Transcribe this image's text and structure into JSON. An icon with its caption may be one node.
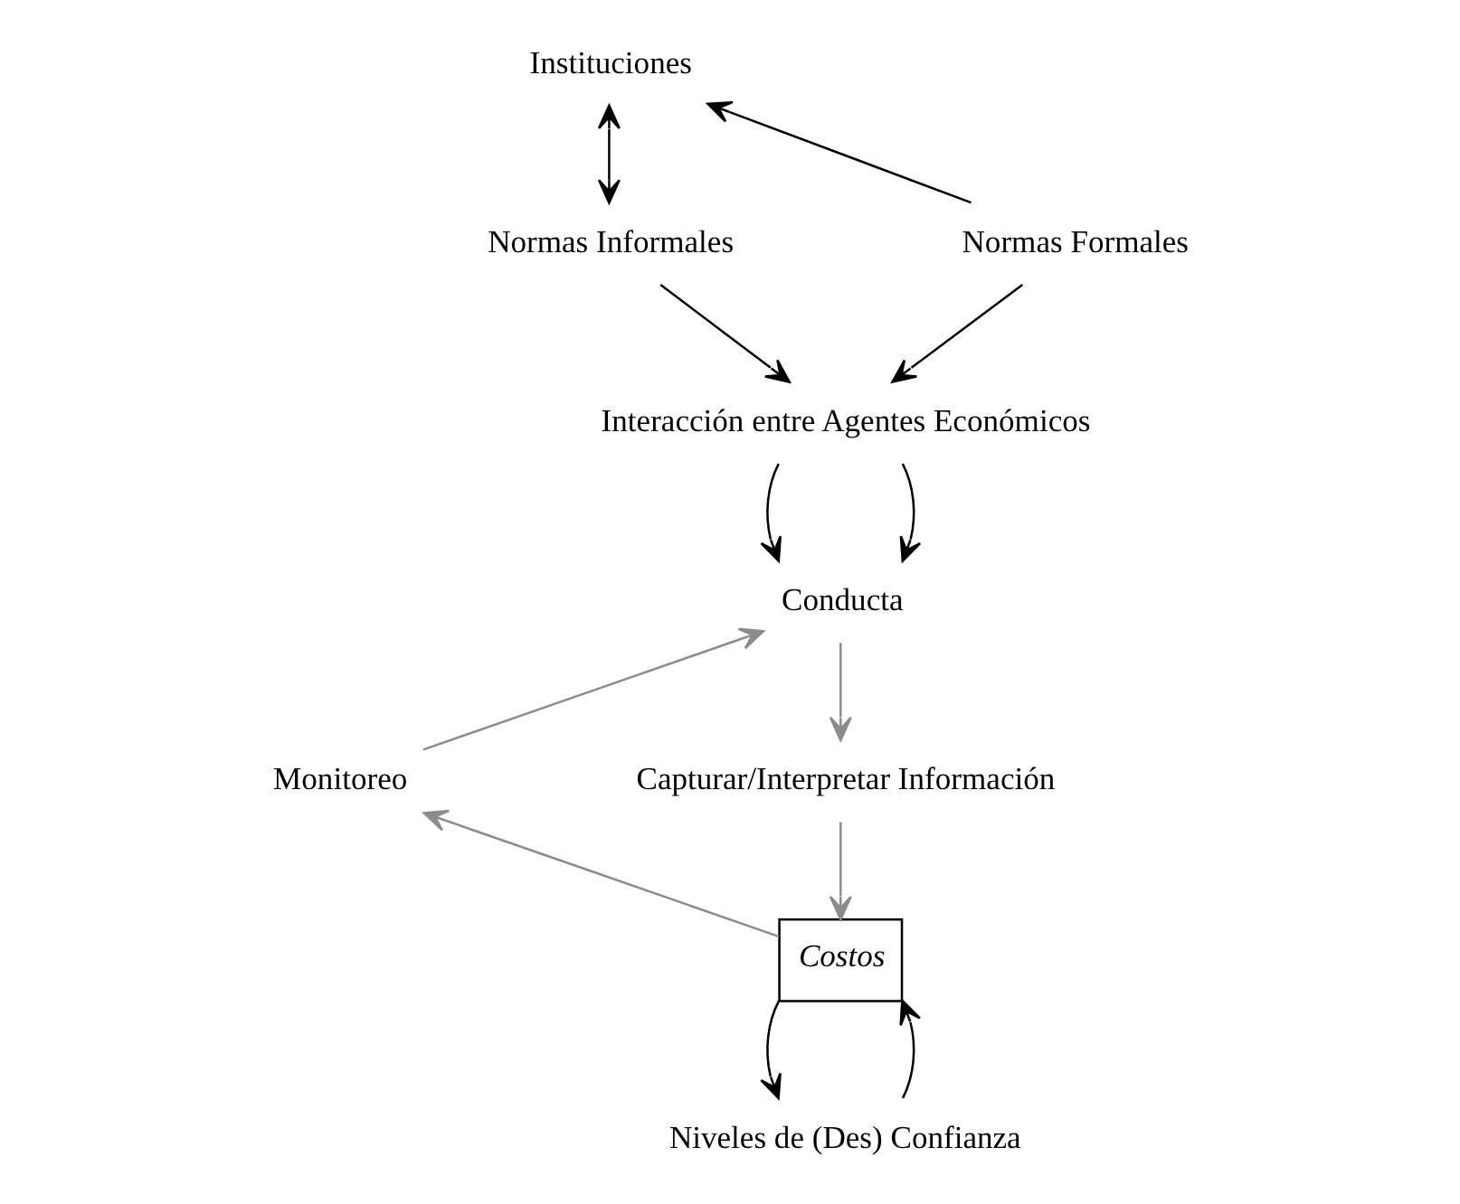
{
  "diagram": {
    "nodes": [
      {
        "text": [
          "Instituciones"
        ]
      },
      {
        "text": [
          "Normas Informales"
        ]
      },
      {
        "text": [
          "Normas Formales"
        ]
      },
      {
        "text": [
          "Interacción entre Agentes Económicos"
        ]
      },
      {
        "text": [
          "Conducta"
        ]
      },
      {
        "text": [
          "Capturar/Interpretar Información"
        ]
      },
      {
        "text": [
          "Costos"
        ]
      },
      {
        "text": [
          "Monitoreo"
        ]
      },
      {
        "text": [
          "Niveles de (Des) Confianza"
        ]
      }
    ],
    "edges": [
      {
        "from": 0,
        "to": 1,
        "arrow": "both"
      },
      {
        "from": 2,
        "to": 0,
        "arrow": "to"
      },
      {
        "from": 1,
        "to": 3,
        "arrow": "to"
      },
      {
        "from": 2,
        "to": 3,
        "arrow": "to"
      },
      {
        "from": 3,
        "to": 4,
        "arrow": "to"
      },
      {
        "from": 3,
        "to": 4,
        "arrow": "to"
      },
      {
        "from": 4,
        "to": 5,
        "arrow": "to",
        "color": "#8c8c8c"
      },
      {
        "from": 5,
        "to": 6,
        "arrow": "to",
        "color": "#8c8c8c"
      },
      {
        "from": 6,
        "to": 7,
        "arrow": "to",
        "color": "#8c8c8c"
      },
      {
        "from": 7,
        "to": 4,
        "arrow": "to",
        "color": "#8c8c8c"
      },
      {
        "from": 8,
        "to": 6,
        "arrow": "to"
      },
      {
        "from": 6,
        "to": 8,
        "arrow": "to"
      }
    ]
  }
}
